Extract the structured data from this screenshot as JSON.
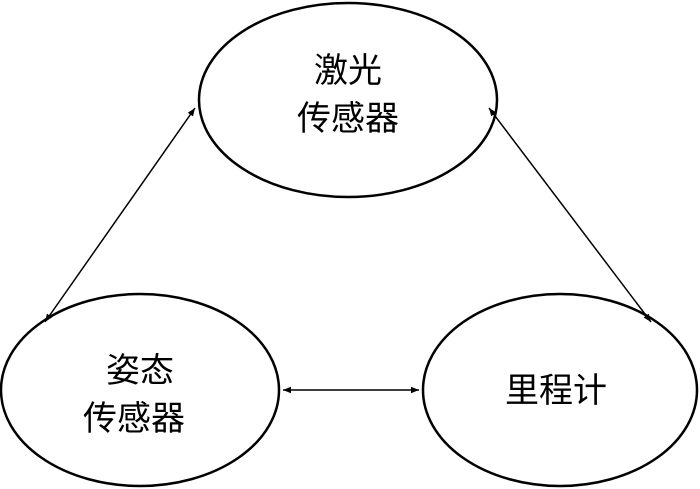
{
  "nodes": {
    "laser": {
      "line1": "激光",
      "line2": "传感器"
    },
    "attitude": {
      "line1": "姿态",
      "line2": "传感器"
    },
    "odometer": {
      "label": "里程计"
    }
  },
  "edges": [
    {
      "from": "laser",
      "to": "attitude",
      "direction": "both"
    },
    {
      "from": "laser",
      "to": "odometer",
      "direction": "both"
    },
    {
      "from": "attitude",
      "to": "odometer",
      "direction": "both"
    }
  ],
  "colors": {
    "stroke": "#000000",
    "background": "#ffffff"
  }
}
